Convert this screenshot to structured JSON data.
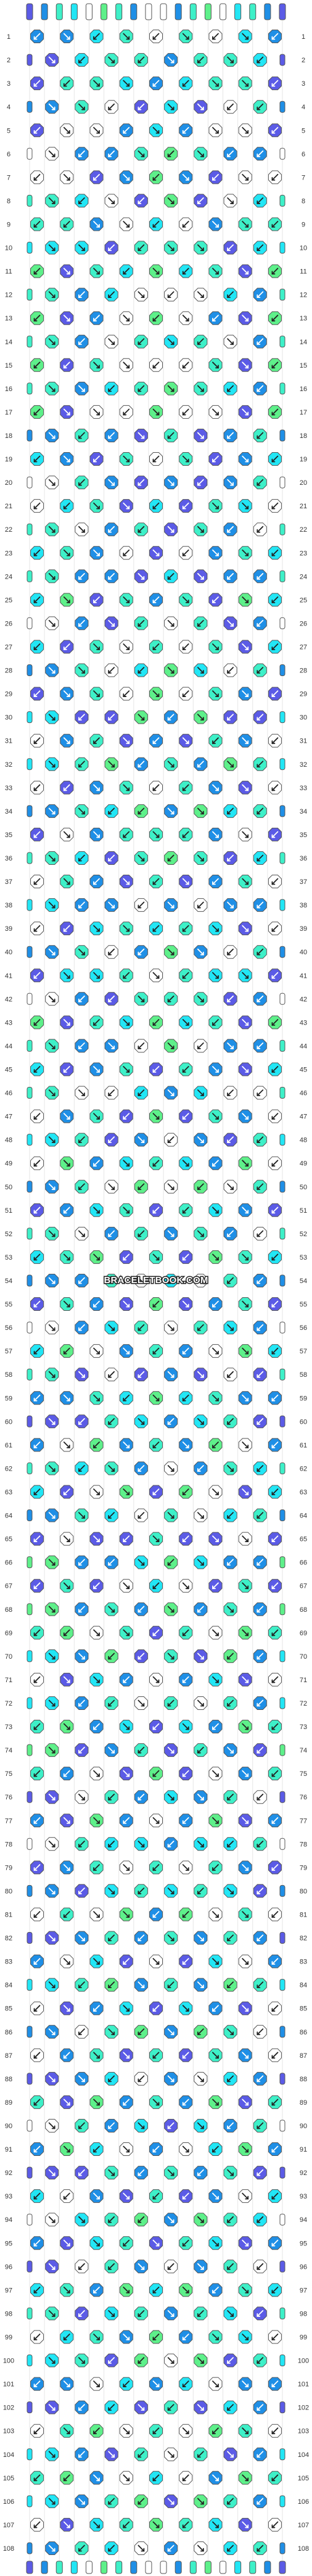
{
  "watermark": "BRACELETBOOK.COM",
  "pattern": {
    "strings": 18,
    "rows": 108,
    "colors": {
      "A": "#5b5be6",
      "B": "#1f8fe6",
      "C": "#3ef0c8",
      "D": "#ffffff",
      "E": "#5ef08a",
      "F": "#22e6f5"
    },
    "outline": "#555555",
    "strand_colors": [
      "A",
      "B",
      "C",
      "F",
      "D",
      "E",
      "C",
      "B",
      "D",
      "D",
      "B",
      "C",
      "E",
      "D",
      "F",
      "C",
      "B",
      "A"
    ],
    "knot_rows": [
      "BBFCDCDFB",
      "AFCCBCCFA",
      "ACCFBFCCA",
      "BCDAFADCB",
      "ADDBFBDDA",
      "DBBCECBBD",
      "DDABEBADD",
      "CFDAEADFC",
      "CCBDFDBCC",
      "FFACCCAFF",
      "EACFEFCAE",
      "CBFDDDFBC",
      "EABDEDBAE",
      "CBDCFCDBC",
      "EACDDDCAE",
      "CBFCECFBC",
      "EADDEDDAE",
      "BCBACABCB",
      "FBACDCABF",
      "DCBABABCD",
      "DFCAFACFD",
      "CDBCACBDC",
      "FCBDADBCF",
      "CBBAFABBC",
      "FEACBCAEF",
      "DBACDCABD",
      "FACDCDCAF",
      "BCDFEFDCB",
      "ABCDEDCBA",
      "FAAEBEAAF",
      "DBCABACBD",
      "FCEBCBECF",
      "DABCDCBAD",
      "BCFEBEFCB",
      "ADBCCCBDA",
      "CFACECAFC",
      "DCBACABCD",
      "FBBDBDBBF",
      "DAFCFCFAD",
      "BCDBEBDCB",
      "AFFCDCFFA",
      "DBACCCABD",
      "EACFEFCAE",
      "CBBDEDBBC",
      "FABCACBAF",
      "CDDFBFDDC",
      "DBCAEACBD",
      "FCABDBACF",
      "DEBFCFBED",
      "BCDEDEDCB",
      "ABFCACFBA",
      "CDBCBCBDC",
      "FCEACAECF",
      "BBCDFDCBB",
      "ACBAEABCA",
      "DBFCDCFBD",
      "FEDBCBDEF",
      "CADABADAC",
      "BBCFEFCBB",
      "AACFBFCAA",
      "BDEBCBEDB",
      "CFCBDBCFC",
      "FADEAEDAF",
      "BCFDCDFCB",
      "ADAACAADA",
      "EBBFEFBBE",
      "ACADFDACA",
      "EBCBEBCBE",
      "CEDCACDEC",
      "FBEACAEBF",
      "DAFBDBFAD",
      "FBCDCDCBF",
      "CEBFAFBEC",
      "EABCACBAE",
      "CBDAEADBC",
      "ADCBFBCDA",
      "BAEBDBEAB",
      "DCFFBFFCD",
      "ABCDCDCBA",
      "BAFCFCFAB",
      "DCDEBEDCD",
      "ABCBCBCBA",
      "BDFADAFDB",
      "FCEBCBECF",
      "DABFAFBAD",
      "BDCEBECDB",
      "DBCACACBD",
      "ABFDBDFBA",
      "CAEBCBEAC",
      "DCBFAFBCD",
      "BEFDBDFEB",
      "AACBCBCAA",
      "FDBACABDF",
      "DFCEBECFD",
      "BAFCACFAB",
      "ADCBDBCDA",
      "FCBEFEBCF",
      "CAFCBCFAC",
      "DFCBEBCFD",
      "FCAEDEACF",
      "BBDFBFDBB",
      "ABFACAFBA",
      "DCEDCDECD",
      "FBACDCABF",
      "CEBDFDBEC",
      "FBCEAECBF",
      "DAFCECFAD",
      "BCFDBDFCB"
    ],
    "knot_directions": [
      "LRLRLRLRL",
      "RLRLRLRLR",
      "LLRRLLRRL",
      "RRLLRRLLR",
      "LRRLRLRRL",
      "RLLRLRLLR"
    ]
  }
}
